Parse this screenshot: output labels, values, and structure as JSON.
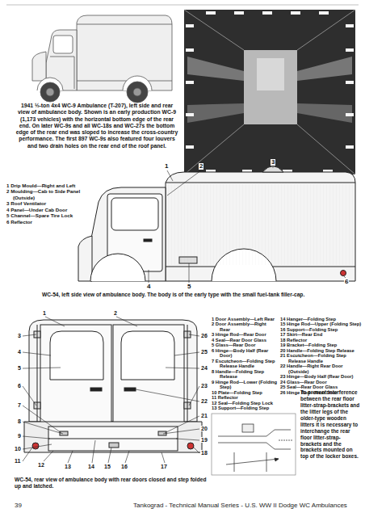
{
  "diagram": {
    "labels": [
      "1941 ½-ton 4x4 WC-9 Ambulance (T-207), left side and rear view of ambulance body. Shown is an early production WC-9 (1,173 vehicles) with the horizontal bottom edge of the rear end. On later WC-9s and all WC-18s and WC-27s the bottom edge of the rear end was sloped to increase the cross-country performance. The first 897 WC-9s also featured four louvers and two drain holes on the rear end of the roof panel.",
      "1 Drip Mould—Right and Left",
      "2 Moulding—Cab to Side Panel (Outside)",
      "3 Roof Ventilator",
      "4 Panel—Under Cab Door",
      "5 Channel—Spare Tire Lock",
      "6 Reflector",
      "WC-54, left side view of ambulance body. The body is of the early type with the small fuel-tank filler-cap.",
      "1",
      "2",
      "3",
      "4",
      "5",
      "6",
      "1 Door Assembly—Left Rear",
      "2 Door Assembly—Right Rear",
      "3 Hinge Rod—Rear Door",
      "4 Seal—Rear Door Glass",
      "5 Glass—Rear Door",
      "6 Hinge—Body Half (Rear Door)",
      "7 Escutcheon—Folding Step Release Handle",
      "8 Handle—Folding Step Release",
      "9 Hinge Rod—Lower (Folding Step)",
      "10 Plate—Folding Step",
      "11 Reflector",
      "12 Seal—Folding Step Lock",
      "13 Support—Folding Step",
      "14 Hanger—Folding Step",
      "15 Hinge Rod—Upper (Folding Step)",
      "16 Support—Folding Step",
      "17 Skirt—Rear End",
      "18 Reflector",
      "19 Bracket—Folding Step",
      "20 Handle—Folding Step Release",
      "21 Escutcheon—Folding Step Release Handle",
      "22 Handle—Right Rear Door (Outside)",
      "23 Hinge—Body Half (Rear Door)",
      "24 Glass—Rear Door",
      "25 Seal—Rear Door Glass",
      "26 Hinge Rod—Rear Door",
      "To prevent interference between the rear floor litter-strap-brackets and the litter legs of the older-type wooden litters it is necessary to interchange the rear floor litter-strap-brackets and the brackets mounted on top of the locker boxes.",
      "WC-54, rear view of ambulance body with rear doors closed and step folded up and latched.",
      "1",
      "2",
      "3",
      "4",
      "5",
      "6",
      "7",
      "8",
      "9",
      "10",
      "11",
      "12",
      "13",
      "14",
      "15",
      "16",
      "17",
      "26",
      "25",
      "24",
      "23",
      "22",
      "21",
      "20",
      "19",
      "18",
      "39",
      "Tankograd - Technical Manual Series - U.S. WW II Dodge WC Ambulances"
    ]
  }
}
